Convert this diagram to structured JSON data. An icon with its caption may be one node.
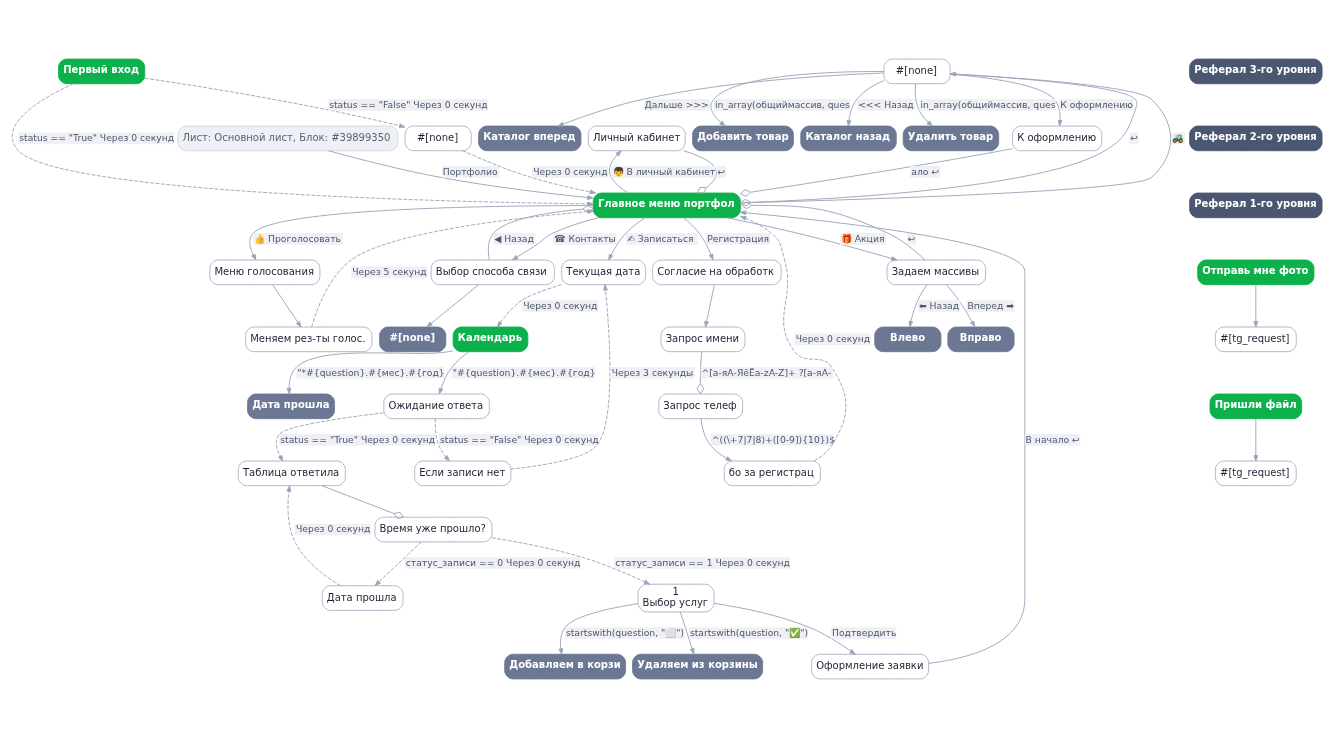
{
  "diagram": {
    "nodes": [
      {
        "text": [
          "#[none]"
        ]
      },
      {
        "text": [
          "Лист: Основной лист, Блок: #39899350"
        ]
      },
      {
        "text": [
          "Реферал 3-го уровня"
        ]
      },
      {
        "text": [
          "Реферал 2-го уровня"
        ]
      },
      {
        "text": [
          "Первый вход"
        ]
      },
      {
        "text": [
          "К оформлению"
        ]
      },
      {
        "text": [
          "Реферал 1-го уровня"
        ]
      },
      {
        "text": [
          "Каталог вперед"
        ]
      },
      {
        "text": [
          "Добавить товар"
        ]
      },
      {
        "text": [
          "Каталог назад"
        ]
      },
      {
        "text": [
          "Удалить товар"
        ]
      },
      {
        "text": [
          "Личный кабинет"
        ]
      },
      {
        "text": [
          "Отправь мне фото"
        ]
      },
      {
        "text": [
          "Запрос телеф"
        ]
      },
      {
        "text": [
          "бо за регистрац"
        ]
      },
      {
        "text": [
          "#[none]"
        ]
      },
      {
        "text": [
          "Дата прошла"
        ]
      },
      {
        "text": [
          "#[tg_request]"
        ]
      },
      {
        "text": [
          "Запрос имени"
        ]
      },
      {
        "text": [
          "Согласие на обработк"
        ]
      },
      {
        "text": [
          "Текущая дата"
        ]
      },
      {
        "text": [
          "Календарь"
        ]
      },
      {
        "text": [
          "Ожидание ответа"
        ]
      },
      {
        "text": [
          "Если записи нет"
        ]
      },
      {
        "text": [
          "Главное меню портфол"
        ]
      },
      {
        "text": [
          "Задаем массивы"
        ]
      },
      {
        "text": [
          "Дата прошла"
        ]
      },
      {
        "text": [
          "Таблица ответила"
        ]
      },
      {
        "text": [
          "Меню голосования"
        ]
      },
      {
        "text": [
          "Выбор способа связи"
        ]
      },
      {
        "text": [
          "Меняем рез-ты голос."
        ]
      },
      {
        "text": [
          "Вправо"
        ]
      },
      {
        "text": [
          "Время уже прошло?"
        ]
      },
      {
        "text": [
          "#[none]"
        ]
      },
      {
        "text": [
          "Влево"
        ]
      },
      {
        "text": [
          "Добавляем в корзи"
        ]
      },
      {
        "text": [
          "1",
          "Выбор услуг"
        ]
      },
      {
        "text": [
          "Пришли файл"
        ]
      },
      {
        "text": [
          "Удаляем из корзины"
        ]
      },
      {
        "text": [
          "Оформление заявки"
        ]
      },
      {
        "text": [
          "#[tg_request]"
        ]
      }
    ],
    "edges": [
      {
        "from": 4,
        "to": 0,
        "arrow": "to",
        "style": "dashed",
        "label": "status == \"False\" Через 0 секунд"
      },
      {
        "from": 0,
        "to": 24,
        "arrow": "to",
        "style": "dashed",
        "label": "Через 0 секунд"
      },
      {
        "from": 4,
        "to": 24,
        "arrow": "to",
        "style": "dashed",
        "label": "status == \"True\" Через 0 секунд"
      },
      {
        "from": 1,
        "to": 24,
        "arrow": "to",
        "label": "Портфолио"
      },
      {
        "from": 5,
        "to": 24,
        "arrow": "other",
        "label": "ало ↩"
      },
      {
        "from": 15,
        "to": 7,
        "arrow": "to",
        "label": "Дальше >>>"
      },
      {
        "from": 15,
        "to": 9,
        "arrow": "to",
        "label": "<<< Назад"
      },
      {
        "from": 15,
        "to": 5,
        "arrow": "to",
        "label": "К оформлению"
      },
      {
        "from": 15,
        "to": 8,
        "arrow": "to",
        "label": "in_array(общиймассив, ques"
      },
      {
        "from": 15,
        "to": 10,
        "arrow": "to",
        "label": "in_array(общиймассив, ques"
      },
      {
        "from": 24,
        "to": 11,
        "arrow": "to",
        "label": "👦 В личный кабинет"
      },
      {
        "from": 11,
        "to": 24,
        "arrow": "other",
        "label": "↩"
      },
      {
        "from": 12,
        "to": 17,
        "arrow": "to"
      },
      {
        "from": 18,
        "to": 13,
        "arrow": "other",
        "label": "^[а-яА-ЯёЁa-zA-Z]+ ?[а-яА-"
      },
      {
        "from": 13,
        "to": 14,
        "arrow": "to",
        "label": "^((\\+7|7|8)+([0-9]){10})$"
      },
      {
        "from": 14,
        "to": 24,
        "arrow": "to",
        "style": "dashed",
        "label": "Через 0 секунд"
      },
      {
        "from": 19,
        "to": 18,
        "arrow": "to"
      },
      {
        "from": 24,
        "to": 19,
        "arrow": "to",
        "label": "Регистрация"
      },
      {
        "from": 24,
        "to": 15,
        "arrow": "to",
        "label": "🚜"
      },
      {
        "from": 15,
        "to": 24,
        "arrow": "other",
        "label": "↩"
      },
      {
        "from": 24,
        "to": 20,
        "arrow": "to",
        "label": "✍ Записаться"
      },
      {
        "from": 20,
        "to": 21,
        "arrow": "to",
        "style": "dashed",
        "label": "Через 0 секунд"
      },
      {
        "from": 21,
        "to": 16,
        "arrow": "to",
        "label": "\"*#{question}.#{мес}.#{год}"
      },
      {
        "from": 21,
        "to": 22,
        "arrow": "to",
        "label": "\"#{question}.#{мес}.#{год}"
      },
      {
        "from": 22,
        "to": 23,
        "arrow": "to",
        "style": "dashed",
        "label": "status == \"False\" Через 0 секунд"
      },
      {
        "from": 23,
        "to": 20,
        "arrow": "to",
        "style": "dashed",
        "label": "Через 3 секунды"
      },
      {
        "from": 22,
        "to": 27,
        "arrow": "to",
        "style": "dashed",
        "label": "status == \"True\" Через 0 секунд"
      },
      {
        "from": 26,
        "to": 27,
        "arrow": "to",
        "style": "dashed",
        "label": "Через 0 секунд"
      },
      {
        "from": 27,
        "to": 32,
        "arrow": "other"
      },
      {
        "from": 32,
        "to": 26,
        "arrow": "to",
        "style": "dashed",
        "label": "статус_записи == 0 Через 0 секунд"
      },
      {
        "from": 32,
        "to": 36,
        "arrow": "to",
        "style": "dashed",
        "label": "статус_записи == 1 Через 0 секунд"
      },
      {
        "from": 24,
        "to": 28,
        "arrow": "to",
        "label": "👍 Проголосовать"
      },
      {
        "from": 28,
        "to": 30,
        "arrow": "to"
      },
      {
        "from": 30,
        "to": 24,
        "arrow": "to",
        "style": "dashed",
        "label": "Через 5 секунд"
      },
      {
        "from": 24,
        "to": 25,
        "arrow": "to",
        "label": "🎁 Акция"
      },
      {
        "from": 25,
        "to": 24,
        "arrow": "other",
        "label": "↩"
      },
      {
        "from": 25,
        "to": 31,
        "arrow": "to",
        "label": "Вперед ➡"
      },
      {
        "from": 25,
        "to": 34,
        "arrow": "to",
        "label": "⬅ Назад"
      },
      {
        "from": 24,
        "to": 29,
        "arrow": "to",
        "label": "☎ Контакты"
      },
      {
        "from": 29,
        "to": 24,
        "arrow": "other",
        "label": "◀ Назад"
      },
      {
        "from": 29,
        "to": 33,
        "arrow": "to"
      },
      {
        "from": 36,
        "to": 35,
        "arrow": "to",
        "label": "startswith(question, \"⬜\")"
      },
      {
        "from": 36,
        "to": 38,
        "arrow": "to",
        "label": "startswith(question, \"✅\")"
      },
      {
        "from": 36,
        "to": 39,
        "arrow": "to",
        "label": "Подтвердить"
      },
      {
        "from": 39,
        "to": 24,
        "arrow": "to",
        "label": "В начало ↩"
      },
      {
        "from": 37,
        "to": 40,
        "arrow": "to"
      }
    ]
  }
}
